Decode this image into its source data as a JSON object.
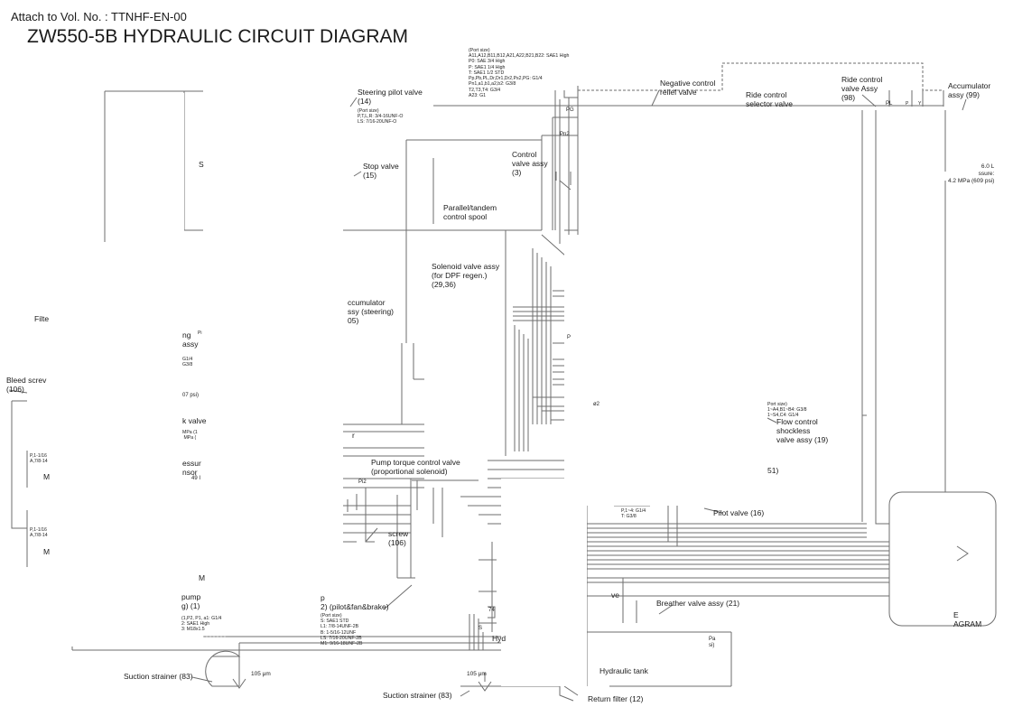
{
  "header": {
    "attach": "Attach to Vol. No. : TTNHF-EN-00",
    "title": "ZW550-5B HYDRAULIC CIRCUIT DIAGRAM"
  },
  "components": {
    "steering_pilot_valve": "Steering pilot valve\n(14)",
    "steering_pilot_ports": "(Port size)\nP,T,L,R: 3/4-16UNF-O\nLS: 7/16-20UNF-O",
    "stop_valve": "Stop valve\n(15)",
    "control_valve": "Control\nvalve assy\n(3)",
    "parallel_spool": "Parallel/tandem\ncontrol spool",
    "solenoid_valve": "Solenoid valve assy\n(for DPF regen.)\n(29,36)",
    "accumulator_steering": "ccumulator\nssy (steering)\n05)",
    "negative_relief": "Negative control\nrelief valve",
    "ride_selector": "Ride control\nselector valve",
    "ride_control_valve": "Ride control\nvalve Assy\n(98)",
    "accumulator_99": "Accumulator\nassy (99)",
    "accumulator_spec": "6.0 L\nssure:\n4.2 MPa (609 psi)",
    "flow_control_ports": "Port size)\n1~A4,B1~B4: G3/8\n1~S4,C4: G1/4",
    "flow_control": "Flow control\nshockless\nvalve assy (19)",
    "pump_torque": "Pump torque control valve\n(proportional solenoid)",
    "bleed_screw_left": "Bleed screv\n(106)",
    "bleed_screw_mid": "screw\n(106)",
    "pilot_valve": "Pilot valve (16)",
    "pilot_valve_ports": "P,1~4: G1/4\nT: G3/8",
    "breather": "Breather valve assy (21)",
    "hydraulic_tank": "Hydraulic tank",
    "hyd_partial": "Hyd",
    "suction_left": "Suction strainer (83)",
    "suction_mid": "Suction strainer (83)",
    "return_filter": "Return filter (12)",
    "mesh_left": "105 μm",
    "mesh_mid": "105 μm",
    "filter_partial": "Filte",
    "s_partial": "S",
    "block_partial": "E\nAGRAM",
    "r_partial": "r",
    "num_51": "51)",
    "ve_partial": "ve",
    "pa_partial": "Pa\nsi)",
    "pump_pilot": "p\n2) (pilot&fan&brake)",
    "pump_pilot_ports": "(Port size)\nS: SAE1 STD\nL1: 7/8-14UNF-2B\nB: 1-5/16-12UNF\nLS: 7/16-20UNF-2B\nM1: 9/16-18UNF-2B",
    "pump_main": "pump\ng) (1)",
    "pump_main_ports": "(1,P2, P1, a1: G1/4\n2: SAE1 High\n3: M18x1.5",
    "ng_assy": "ng\nassy",
    "left_ports": "G1/4\nG3/8",
    "psi_07": "07 psi)",
    "k_valve": "k valve",
    "mpa_small": "MPa (1\n MPa (",
    "essur": "essur\nnsor",
    "num_49": "49 I",
    "p_ports_1": "P,1-1/16\nA,7/8-14",
    "p_ports_2": "P,1-1/16\nA,7/8-14",
    "m_label_1": "M",
    "m_label_2": "M",
    "m_label_3": "M",
    "s_small": "S",
    "pi2": "Pi2",
    "pg": "PG",
    "pn2": "Pn2",
    "p_small": "P",
    "pl_small": "PL",
    "p_tiny": "P",
    "y_tiny": "Y",
    "g2": "ø2",
    "num_74": "74",
    "pi_small": "Pi",
    "cv_ports": "(Port size)\nA11,A12,B11,B12,A21,A22,B21,B22: SAE1 High\nP0: SAE 3/4 High\nP: SAE1 1/4 High\nT: SAE1 1/2 STD\nPp,Pb,PL,Dr,Dr1,Dr2,Ps2,PG: G1/4\nPn1,a1,b1,a2,b2: G3/8\nT2,T3,T4: G3/4\nA23: G1"
  }
}
